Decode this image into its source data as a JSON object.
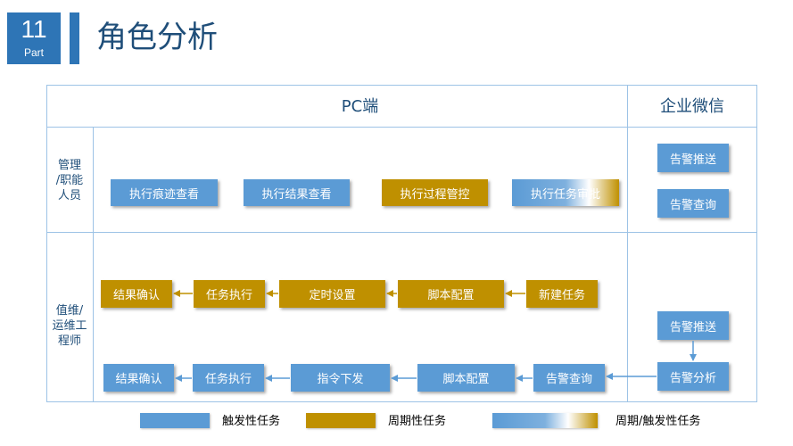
{
  "part": {
    "number": "11",
    "label": "Part"
  },
  "title": "角色分析",
  "headers": {
    "pc": "PC端",
    "wechat": "企业微信"
  },
  "roles": {
    "manager": [
      "管理",
      "/职能",
      "人员"
    ],
    "ops": [
      "值维/",
      "运维工",
      "程师"
    ]
  },
  "manager_row": {
    "pc_boxes": [
      "执行痕迹查看",
      "执行结果查看",
      "执行过程管控",
      "执行任务审批"
    ],
    "wechat_boxes": [
      "告警推送",
      "告警查询"
    ]
  },
  "ops_periodic_flow": [
    "新建任务",
    "脚本配置",
    "定时设置",
    "任务执行",
    "结果确认"
  ],
  "ops_triggered_flow": [
    "告警查询",
    "脚本配置",
    "指令下发",
    "任务执行",
    "结果确认"
  ],
  "ops_wechat": [
    "告警推送",
    "告警分析"
  ],
  "legend": [
    "触发性任务",
    "周期性任务",
    "周期/触发性任务"
  ],
  "colors": {
    "blue": "#5b9bd5",
    "gold": "#bf9000",
    "title": "#1f4e79",
    "accent": "#2e75b6",
    "border": "#9dc3e6"
  }
}
